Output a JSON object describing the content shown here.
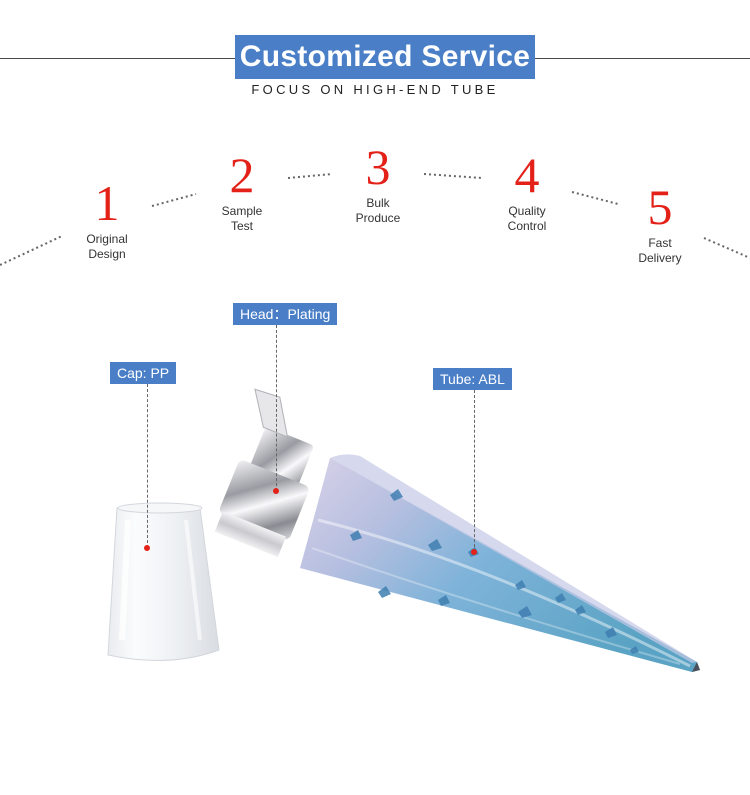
{
  "header": {
    "title": "Customized Service",
    "subtitle": "FOCUS ON HIGH-END TUBE"
  },
  "steps": [
    {
      "number": "1",
      "line1": "Original",
      "line2": "Design"
    },
    {
      "number": "2",
      "line1": "Sample",
      "line2": "Test"
    },
    {
      "number": "3",
      "line1": "Bulk",
      "line2": "Produce"
    },
    {
      "number": "4",
      "line1": "Quality",
      "line2": "Control"
    },
    {
      "number": "5",
      "line1": "Fast",
      "line2": "Delivery"
    }
  ],
  "callouts": {
    "head": "Head：Plating",
    "cap": "Cap: PP",
    "tube": "Tube: ABL"
  },
  "colors": {
    "accent": "#4a7fc8",
    "step_number": "#e32118",
    "pointer_dot": "#e32118"
  }
}
